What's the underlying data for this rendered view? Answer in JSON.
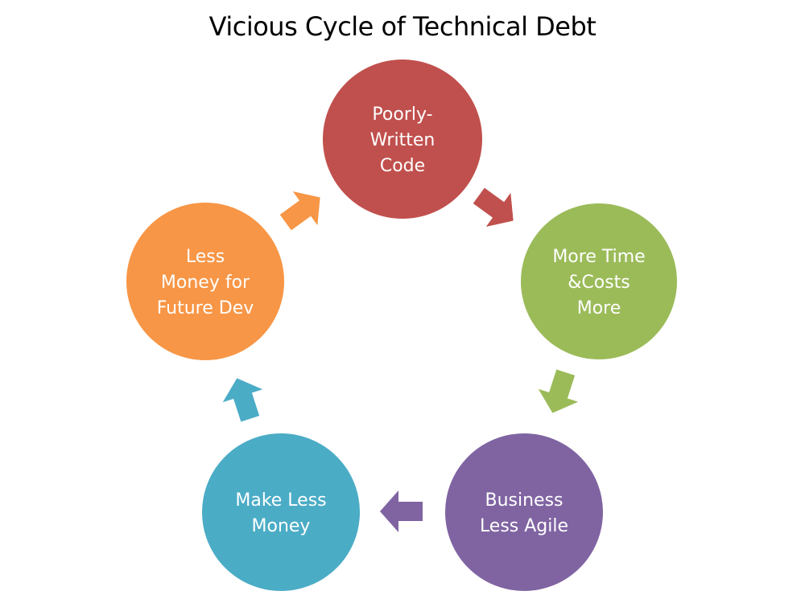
{
  "title": "Vicious Cycle of Technical Debt",
  "nodes": [
    {
      "id": "poorly-written-code",
      "lines": [
        "Poorly-",
        "Written",
        "Code"
      ],
      "color": "#C0504D"
    },
    {
      "id": "more-time-costs-more",
      "lines": [
        "More Time",
        "&Costs",
        "More"
      ],
      "color": "#9BBB59"
    },
    {
      "id": "business-less-agile",
      "lines": [
        "Business",
        "Less Agile"
      ],
      "color": "#8064A2"
    },
    {
      "id": "make-less-money",
      "lines": [
        "Make Less",
        "Money"
      ],
      "color": "#4BACC6"
    },
    {
      "id": "less-money-future-dev",
      "lines": [
        "Less",
        "Money for",
        "Future Dev"
      ],
      "color": "#F79646"
    }
  ],
  "arrows": [
    {
      "from": "poorly-written-code",
      "to": "more-time-costs-more",
      "color": "#C0504D"
    },
    {
      "from": "more-time-costs-more",
      "to": "business-less-agile",
      "color": "#9BBB59"
    },
    {
      "from": "business-less-agile",
      "to": "make-less-money",
      "color": "#8064A2"
    },
    {
      "from": "make-less-money",
      "to": "less-money-future-dev",
      "color": "#4BACC6"
    },
    {
      "from": "less-money-future-dev",
      "to": "poorly-written-code",
      "color": "#F79646"
    }
  ]
}
